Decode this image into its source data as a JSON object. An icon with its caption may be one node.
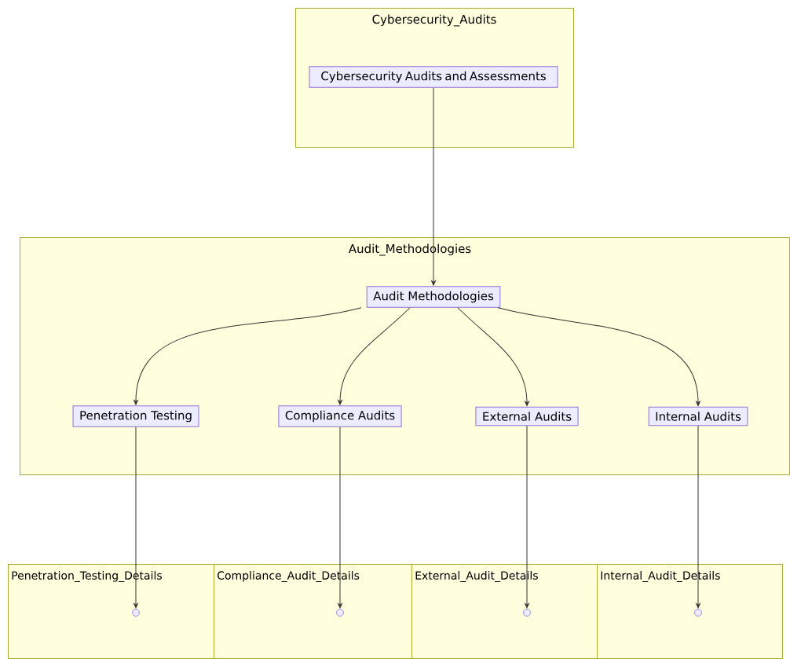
{
  "diagram": {
    "nodes": [
      {
        "text": [
          "Cybersecurity_Audits"
        ]
      },
      {
        "text": [
          "Cybersecurity Audits and Assessments"
        ],
        "in": 0
      },
      {
        "text": [
          "Audit_Methodologies"
        ]
      },
      {
        "text": [
          "Audit Methodologies"
        ],
        "in": 2
      },
      {
        "text": [
          "Penetration Testing"
        ],
        "in": 2
      },
      {
        "text": [
          "Compliance Audits"
        ],
        "in": 2
      },
      {
        "text": [
          "External Audits"
        ],
        "in": 2
      },
      {
        "text": [
          "Internal Audits"
        ],
        "in": 2
      },
      {
        "text": [
          "Penetration_Testing_Details"
        ]
      },
      {
        "text": [
          "Compliance_Audit_Details"
        ]
      },
      {
        "text": [
          "External_Audit_Details"
        ]
      },
      {
        "text": [
          "Internal_Audit_Details"
        ]
      },
      {
        "text": [],
        "shape": "circle",
        "in": 8
      },
      {
        "text": [],
        "shape": "circle",
        "in": 9
      },
      {
        "text": [],
        "shape": "circle",
        "in": 10
      },
      {
        "text": [],
        "shape": "circle",
        "in": 11
      }
    ],
    "edges": [
      {
        "from": 1,
        "to": 3,
        "arrow": "to"
      },
      {
        "from": 3,
        "to": 4,
        "arrow": "to"
      },
      {
        "from": 3,
        "to": 5,
        "arrow": "to"
      },
      {
        "from": 3,
        "to": 6,
        "arrow": "to"
      },
      {
        "from": 3,
        "to": 7,
        "arrow": "to"
      },
      {
        "from": 4,
        "to": 12,
        "arrow": "to"
      },
      {
        "from": 5,
        "to": 13,
        "arrow": "to"
      },
      {
        "from": 6,
        "to": 14,
        "arrow": "to"
      },
      {
        "from": 7,
        "to": 15,
        "arrow": "to"
      }
    ]
  }
}
